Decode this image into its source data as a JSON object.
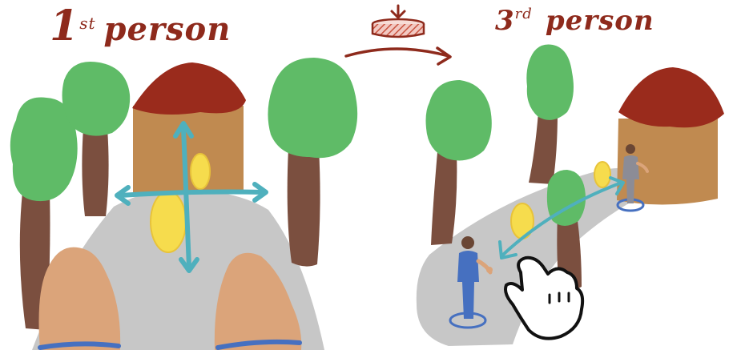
{
  "panels": {
    "first_person": {
      "number": "1",
      "suffix": "st",
      "word": "person"
    },
    "third_person": {
      "number": "3",
      "suffix": "rd",
      "word": "person"
    }
  },
  "transition": {
    "icon": "camera-pullback-icon",
    "arrow": "right-arrow-icon"
  },
  "colors": {
    "ink_red": "#8e2a1c",
    "tree_green": "#5fbb67",
    "trunk_brown": "#7b4f3f",
    "house_wall": "#c08a50",
    "house_roof": "#9a2b1c",
    "path_grey": "#c7c7c7",
    "coin_yellow": "#f6dc4d",
    "control_teal": "#4fb0bd",
    "hand_skin": "#dba47a",
    "character_blue": "#4670c0"
  }
}
